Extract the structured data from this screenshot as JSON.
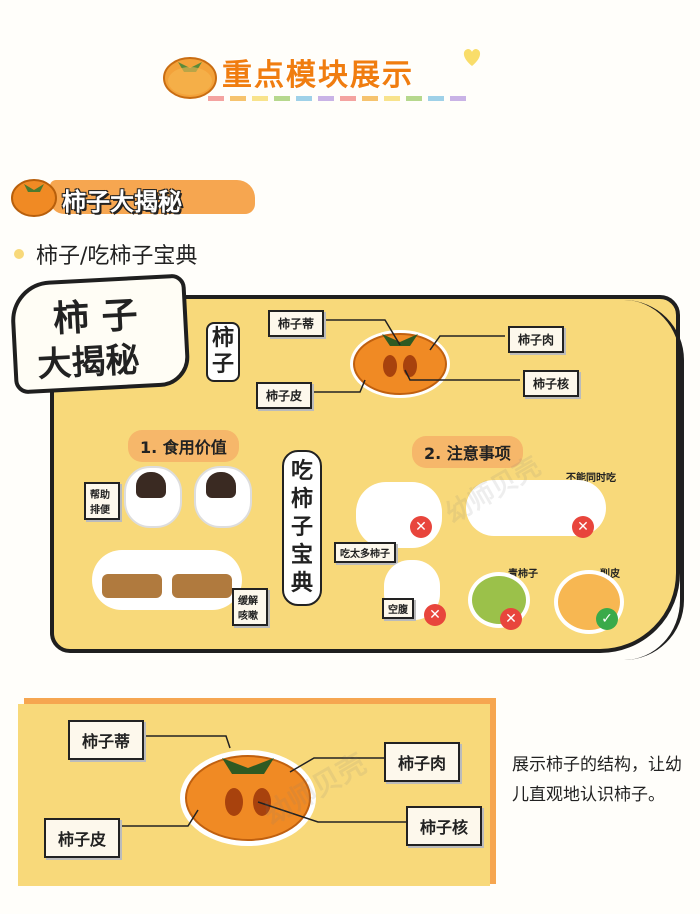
{
  "header": {
    "title": "重点模块展示",
    "dash_colors": [
      "#f4a3a0",
      "#f6c36e",
      "#f8e38c",
      "#b6d88d",
      "#9fd1e8",
      "#c9b3e6",
      "#f4a3a0",
      "#f6c36e",
      "#f8e38c",
      "#b6d88d",
      "#9fd1e8",
      "#c9b3e6"
    ]
  },
  "section": {
    "title": "柿子大揭秘",
    "subtitle": "柿子/吃柿子宝典"
  },
  "poster": {
    "big_title_line1": "柿 子",
    "big_title_line2": "大揭秘",
    "side_label": "柿子",
    "center_vertical": "吃柿子宝典",
    "parts": {
      "stem": "柿子蒂",
      "flesh": "柿子肉",
      "peel": "柿子皮",
      "seed": "柿子核"
    },
    "value_title": "1. 食用价值",
    "value_items": [
      "帮助排便",
      "缓解咳嗽"
    ],
    "attention_title": "2. 注意事项",
    "attention_items": [
      "不能同时吃",
      "吃太多柿子",
      "空腹",
      "青柿子",
      "削皮"
    ],
    "watermark": "幼师贝壳"
  },
  "detail": {
    "parts": {
      "stem": "柿子蒂",
      "flesh": "柿子肉",
      "peel": "柿子皮",
      "seed": "柿子核"
    },
    "description": "展示柿子的结构，让幼儿直观地认识柿子。",
    "watermark": "幼师贝壳"
  },
  "colors": {
    "panel": "#f8d97a",
    "orange": "#f08a24",
    "tag": "#f6b76a"
  }
}
